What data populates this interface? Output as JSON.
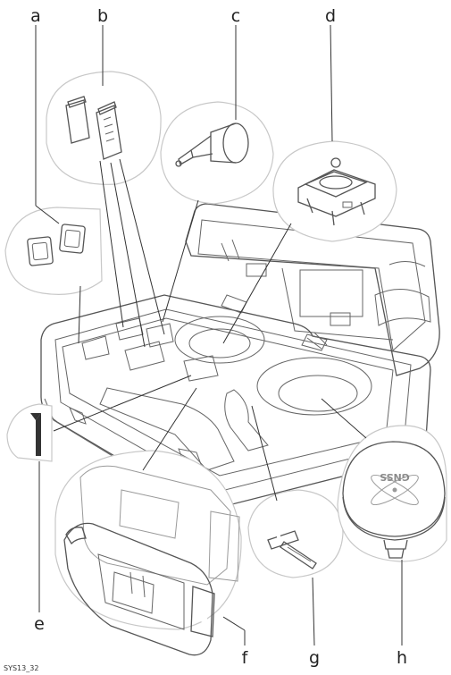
{
  "labels": {
    "a": "a",
    "b": "b",
    "c": "c",
    "d": "d",
    "e": "e",
    "f": "f",
    "g": "g",
    "h": "h"
  },
  "figure_code": "SYS13_32",
  "antenna_text": "GNSS",
  "colors": {
    "line": "#555555",
    "bubble_edge": "#c8c8c8",
    "shade": "#d9d9d9",
    "dark": "#444444"
  },
  "icons": {
    "case": "transport-case-illustration",
    "antenna": "gnss-antenna-illustration",
    "controller": "field-controller-illustration"
  }
}
